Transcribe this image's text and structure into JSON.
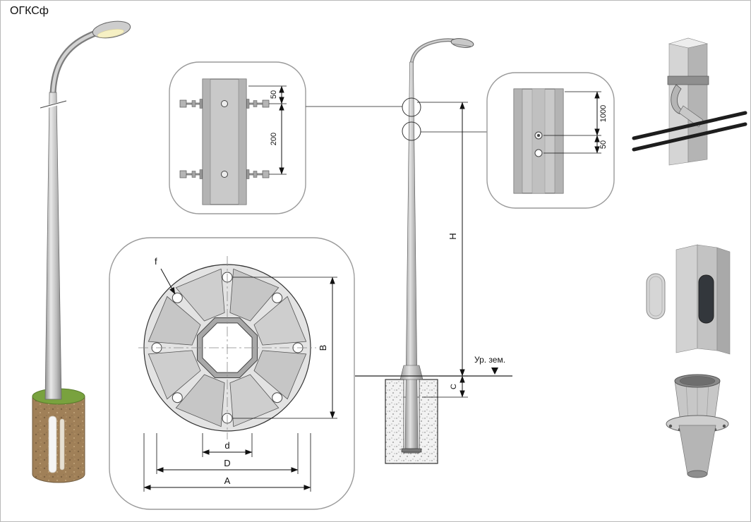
{
  "title": "ОГКСф",
  "colors": {
    "pole_gray": "#c9c9c9",
    "grass_green": "#79a23e",
    "soil_brown": "#a08058",
    "line": "#111111",
    "background": "#ffffff"
  },
  "top_detail": {
    "dim_edge_to_bolt": "50",
    "dim_bolt_spacing": "200"
  },
  "side_detail": {
    "dim_hole_height": "1000",
    "dim_hole_spacing": "50"
  },
  "flange_detail": {
    "hole_diameter_label": "f",
    "dim_vertical_span": "B",
    "dim_inner_hole": "d",
    "dim_bolt_circle": "D",
    "dim_outer": "A"
  },
  "elevation": {
    "dim_height": "H",
    "dim_embedment": "C",
    "ground_level_label": "Ур. зем."
  }
}
